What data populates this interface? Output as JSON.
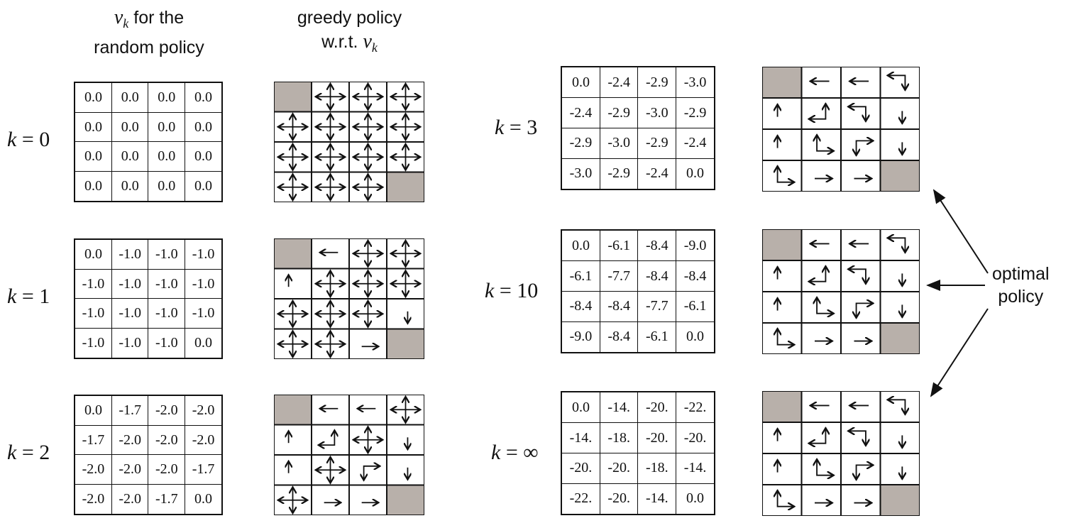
{
  "headers": {
    "values": {
      "var": "v",
      "sub": "k",
      "text": " for the",
      "line2": "random policy"
    },
    "greedy": {
      "line1": "greedy policy",
      "text": "w.r.t. ",
      "var": "v",
      "sub": "k"
    }
  },
  "annotation": {
    "line1": "optimal",
    "line2": "policy"
  },
  "colors": {
    "terminal": "#b8b0aa",
    "line": "#111111"
  },
  "panels": [
    {
      "k": "0",
      "values": [
        [
          "0.0",
          "0.0",
          "0.0",
          "0.0"
        ],
        [
          "0.0",
          "0.0",
          "0.0",
          "0.0"
        ],
        [
          "0.0",
          "0.0",
          "0.0",
          "0.0"
        ],
        [
          "0.0",
          "0.0",
          "0.0",
          "0.0"
        ]
      ],
      "policy": [
        [
          "T",
          "udlr",
          "udlr",
          "udlr"
        ],
        [
          "udlr",
          "udlr",
          "udlr",
          "udlr"
        ],
        [
          "udlr",
          "udlr",
          "udlr",
          "udlr"
        ],
        [
          "udlr",
          "udlr",
          "udlr",
          "T"
        ]
      ]
    },
    {
      "k": "1",
      "values": [
        [
          "0.0",
          "-1.0",
          "-1.0",
          "-1.0"
        ],
        [
          "-1.0",
          "-1.0",
          "-1.0",
          "-1.0"
        ],
        [
          "-1.0",
          "-1.0",
          "-1.0",
          "-1.0"
        ],
        [
          "-1.0",
          "-1.0",
          "-1.0",
          "0.0"
        ]
      ],
      "policy": [
        [
          "T",
          "l",
          "udlr",
          "udlr"
        ],
        [
          "u",
          "udlr",
          "udlr",
          "udlr"
        ],
        [
          "udlr",
          "udlr",
          "udlr",
          "d"
        ],
        [
          "udlr",
          "udlr",
          "r",
          "T"
        ]
      ]
    },
    {
      "k": "2",
      "values": [
        [
          "0.0",
          "-1.7",
          "-2.0",
          "-2.0"
        ],
        [
          "-1.7",
          "-2.0",
          "-2.0",
          "-2.0"
        ],
        [
          "-2.0",
          "-2.0",
          "-2.0",
          "-1.7"
        ],
        [
          "-2.0",
          "-2.0",
          "-1.7",
          "0.0"
        ]
      ],
      "policy": [
        [
          "T",
          "l",
          "l",
          "udlr"
        ],
        [
          "u",
          "ul",
          "udlr",
          "d"
        ],
        [
          "u",
          "udlr",
          "dr",
          "d"
        ],
        [
          "udlr",
          "r",
          "r",
          "T"
        ]
      ]
    },
    {
      "k": "3",
      "values": [
        [
          "0.0",
          "-2.4",
          "-2.9",
          "-3.0"
        ],
        [
          "-2.4",
          "-2.9",
          "-3.0",
          "-2.9"
        ],
        [
          "-2.9",
          "-3.0",
          "-2.9",
          "-2.4"
        ],
        [
          "-3.0",
          "-2.9",
          "-2.4",
          "0.0"
        ]
      ],
      "policy": [
        [
          "T",
          "l",
          "l",
          "ld"
        ],
        [
          "u",
          "ul",
          "ld",
          "d"
        ],
        [
          "u",
          "ur",
          "dr",
          "d"
        ],
        [
          "ur",
          "r",
          "r",
          "T"
        ]
      ]
    },
    {
      "k": "10",
      "values": [
        [
          "0.0",
          "-6.1",
          "-8.4",
          "-9.0"
        ],
        [
          "-6.1",
          "-7.7",
          "-8.4",
          "-8.4"
        ],
        [
          "-8.4",
          "-8.4",
          "-7.7",
          "-6.1"
        ],
        [
          "-9.0",
          "-8.4",
          "-6.1",
          "0.0"
        ]
      ],
      "policy": [
        [
          "T",
          "l",
          "l",
          "ld"
        ],
        [
          "u",
          "ul",
          "ld",
          "d"
        ],
        [
          "u",
          "ur",
          "dr",
          "d"
        ],
        [
          "ur",
          "r",
          "r",
          "T"
        ]
      ]
    },
    {
      "k": "∞",
      "values": [
        [
          "0.0",
          "-14.",
          "-20.",
          "-22."
        ],
        [
          "-14.",
          "-18.",
          "-20.",
          "-20."
        ],
        [
          "-20.",
          "-20.",
          "-18.",
          "-14."
        ],
        [
          "-22.",
          "-20.",
          "-14.",
          "0.0"
        ]
      ],
      "policy": [
        [
          "T",
          "l",
          "l",
          "ld"
        ],
        [
          "u",
          "ul",
          "ld",
          "d"
        ],
        [
          "u",
          "ur",
          "dr",
          "d"
        ],
        [
          "ur",
          "r",
          "r",
          "T"
        ]
      ]
    }
  ]
}
